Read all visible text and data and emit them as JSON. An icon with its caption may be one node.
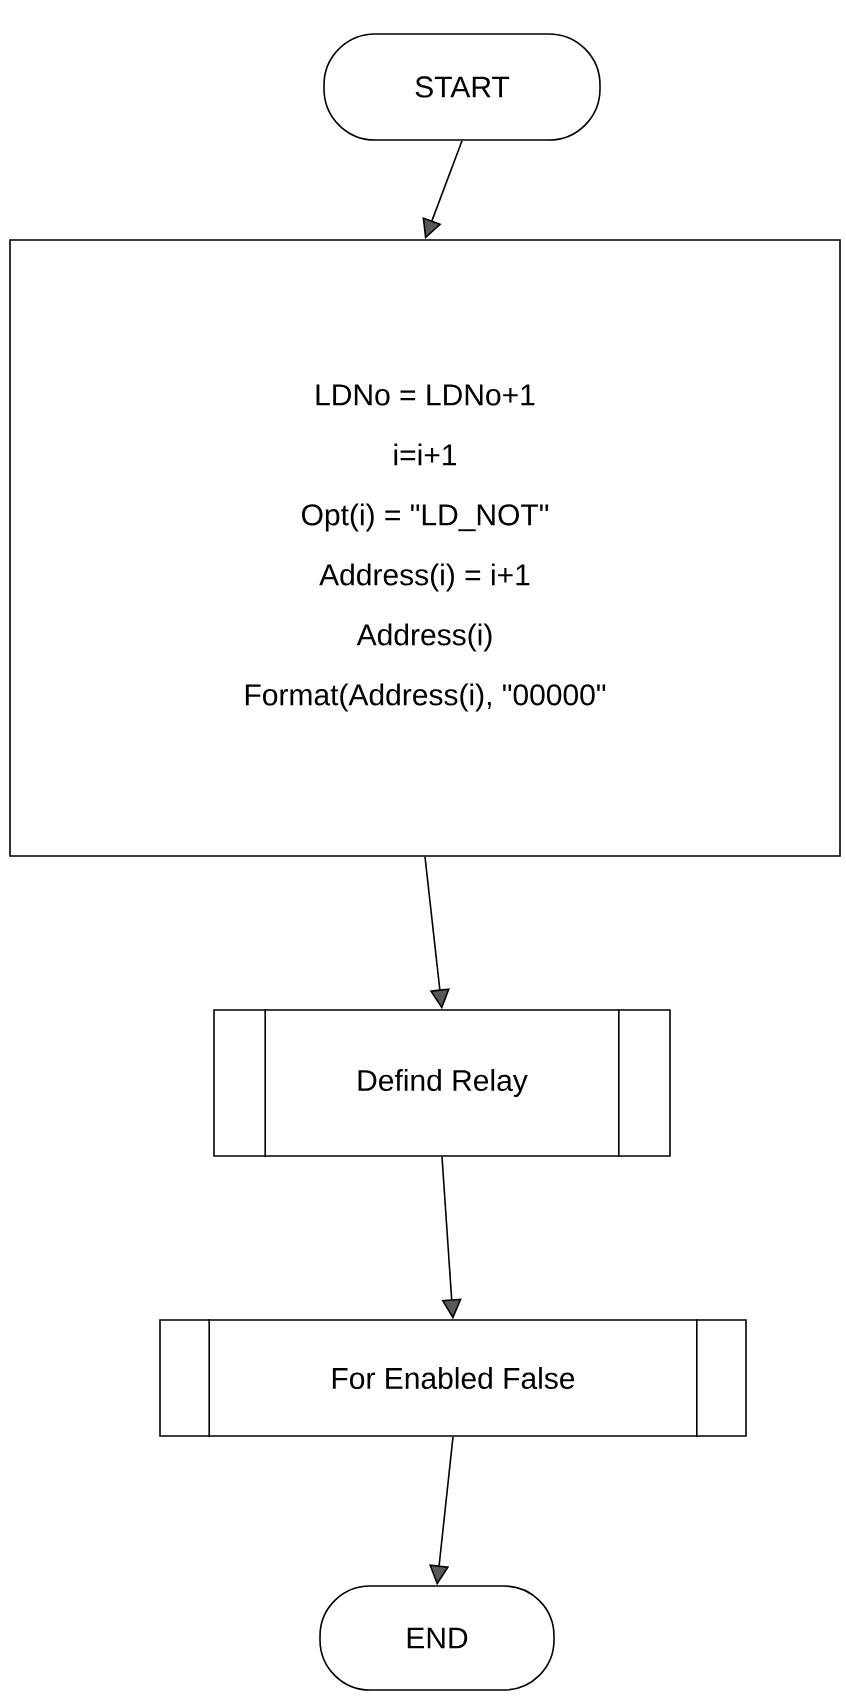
{
  "diagram": {
    "nodes": [
      {
        "text": [
          "START"
        ]
      },
      {
        "text": [
          "LDNo = LDNo+1",
          "i=i+1",
          "Opt(i) = \"LD_NOT\"",
          "Address(i) = i+1",
          "Address(i)",
          "Format(Address(i), \"00000\""
        ]
      },
      {
        "text": [
          "Defind Relay"
        ]
      },
      {
        "text": [
          "For  Enabled False"
        ]
      },
      {
        "text": [
          "END"
        ]
      }
    ],
    "edges": [
      {
        "from": 0,
        "to": 1,
        "arrow": "to"
      },
      {
        "from": 1,
        "to": 2,
        "arrow": "to"
      },
      {
        "from": 2,
        "to": 3,
        "arrow": "to"
      },
      {
        "from": 3,
        "to": 4,
        "arrow": "to"
      }
    ]
  }
}
